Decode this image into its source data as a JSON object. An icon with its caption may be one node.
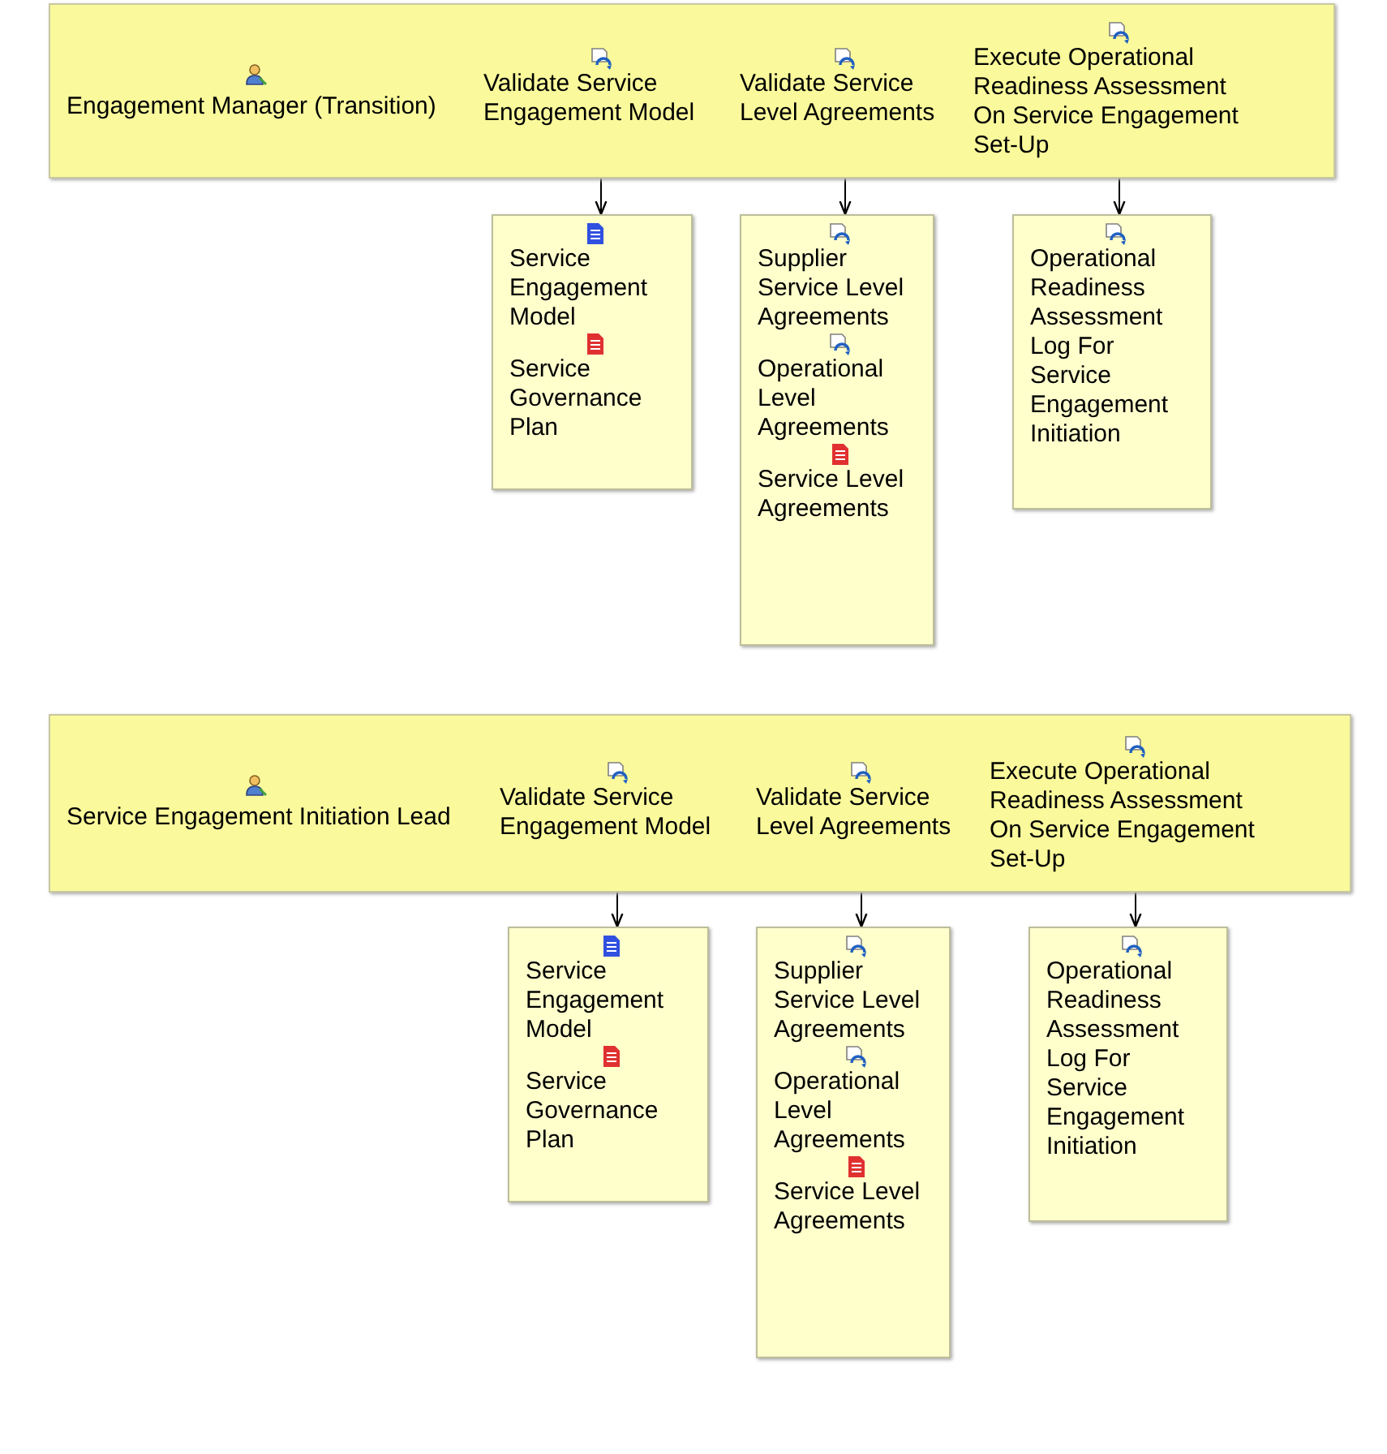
{
  "diagram": {
    "nodes": [
      {
        "text": [
          "Engagement Manager (Transition)"
        ]
      },
      {
        "text": [
          "Validate Service Engagement Model"
        ],
        "in": 0
      },
      {
        "text": [
          "Validate Service Level Agreements"
        ],
        "in": 0
      },
      {
        "text": [
          "Execute Operational Readiness Assessment On Service Engagement Set-Up"
        ],
        "in": 0
      },
      {
        "text": [
          "Service Engagement Model",
          "Service Governance Plan"
        ]
      },
      {
        "text": [
          "Supplier Service Level Agreements",
          "Operational Level Agreements",
          "Service Level Agreements"
        ]
      },
      {
        "text": [
          "Operational Readiness Assessment Log For Service Engagement Initiation"
        ]
      },
      {
        "text": [
          "Service Engagement Initiation Lead"
        ]
      },
      {
        "text": [
          "Validate Service Engagement Model"
        ],
        "in": 7
      },
      {
        "text": [
          "Validate Service Level Agreements"
        ],
        "in": 7
      },
      {
        "text": [
          "Execute Operational Readiness Assessment On Service Engagement Set-Up"
        ],
        "in": 7
      },
      {
        "text": [
          "Service Engagement Model",
          "Service Governance Plan"
        ]
      },
      {
        "text": [
          "Supplier Service Level Agreements",
          "Operational Level Agreements",
          "Service Level Agreements"
        ]
      },
      {
        "text": [
          "Operational Readiness Assessment Log For Service Engagement Initiation"
        ]
      }
    ],
    "edges": [
      {
        "from": 1,
        "to": 4,
        "arrow": "to"
      },
      {
        "from": 2,
        "to": 5,
        "arrow": "to"
      },
      {
        "from": 3,
        "to": 6,
        "arrow": "to"
      },
      {
        "from": 8,
        "to": 11,
        "arrow": "to"
      },
      {
        "from": 9,
        "to": 12,
        "arrow": "to"
      },
      {
        "from": 10,
        "to": 13,
        "arrow": "to"
      }
    ]
  }
}
